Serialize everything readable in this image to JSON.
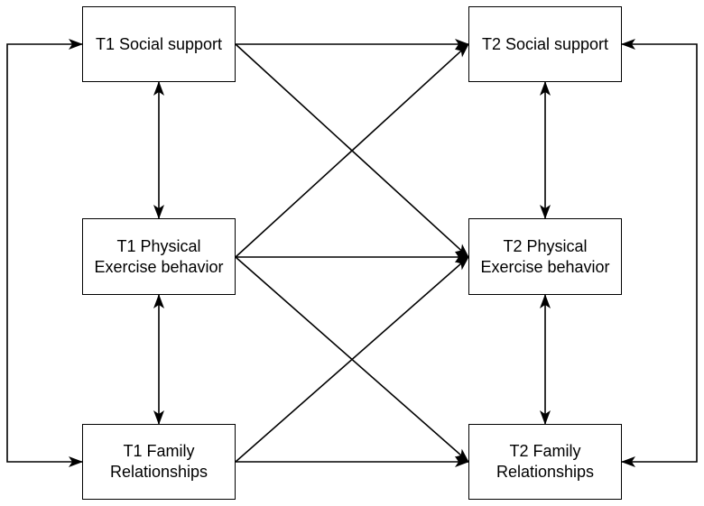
{
  "nodes": {
    "t1_social": {
      "line1": "T1 Social support",
      "line2": ""
    },
    "t1_exercise": {
      "line1": "T1 Physical",
      "line2": "Exercise behavior"
    },
    "t1_family": {
      "line1": "T1 Family",
      "line2": "Relationships"
    },
    "t2_social": {
      "line1": "T2 Social support",
      "line2": ""
    },
    "t2_exercise": {
      "line1": "T2 Physical",
      "line2": "Exercise behavior"
    },
    "t2_family": {
      "line1": "T2 Family",
      "line2": "Relationships"
    }
  },
  "edges": [
    {
      "from": "t1_social",
      "to": "t2_social",
      "type": "directed"
    },
    {
      "from": "t1_social",
      "to": "t2_exercise",
      "type": "directed"
    },
    {
      "from": "t1_exercise",
      "to": "t2_social",
      "type": "directed"
    },
    {
      "from": "t1_exercise",
      "to": "t2_exercise",
      "type": "directed"
    },
    {
      "from": "t1_exercise",
      "to": "t2_family",
      "type": "directed"
    },
    {
      "from": "t1_family",
      "to": "t2_exercise",
      "type": "directed"
    },
    {
      "from": "t1_family",
      "to": "t2_family",
      "type": "directed"
    },
    {
      "from": "t1_social",
      "to": "t1_exercise",
      "type": "bidirectional"
    },
    {
      "from": "t1_exercise",
      "to": "t1_family",
      "type": "bidirectional"
    },
    {
      "from": "t2_social",
      "to": "t2_exercise",
      "type": "bidirectional"
    },
    {
      "from": "t2_exercise",
      "to": "t2_family",
      "type": "bidirectional"
    },
    {
      "from": "t1_social",
      "to": "t1_family",
      "type": "bidirectional-left"
    },
    {
      "from": "t2_social",
      "to": "t2_family",
      "type": "bidirectional-right"
    }
  ],
  "colors": {
    "stroke": "#000000",
    "background": "#ffffff"
  }
}
